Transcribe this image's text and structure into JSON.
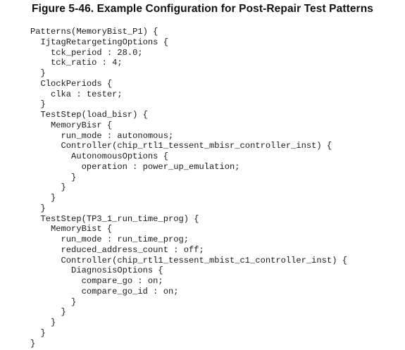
{
  "figure": {
    "title": "Figure 5-46. Example Configuration for Post-Repair Test Patterns"
  },
  "code_lines": [
    "Patterns(MemoryBist_P1) {",
    "  IjtagRetargetingOptions {",
    "    tck_period : 28.0;",
    "    tck_ratio : 4;",
    "  }",
    "  ClockPeriods {",
    "    clka : tester;",
    "  }",
    "  TestStep(load_bisr) {",
    "    MemoryBisr {",
    "      run_mode : autonomous;",
    "      Controller(chip_rtl1_tessent_mbisr_controller_inst) {",
    "        AutonomousOptions {",
    "          operation : power_up_emulation;",
    "        }",
    "      }",
    "    }",
    "  }",
    "  TestStep(TP3_1_run_time_prog) {",
    "    MemoryBist {",
    "      run_mode : run_time_prog;",
    "      reduced_address_count : off;",
    "      Controller(chip_rtl1_tessent_mbist_c1_controller_inst) {",
    "        DiagnosisOptions {",
    "          compare_go : on;",
    "          compare_go_id : on;",
    "        }",
    "      }",
    "    }",
    "  }",
    "}"
  ]
}
